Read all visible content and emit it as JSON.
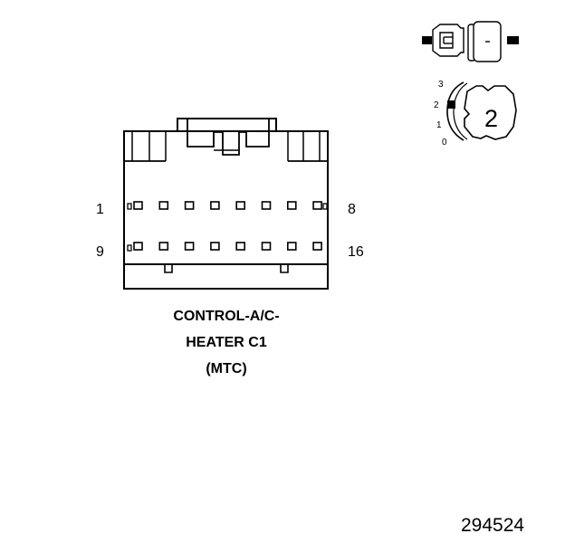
{
  "connector": {
    "pin_labels": {
      "top_left": "1",
      "top_right": "8",
      "bottom_left": "9",
      "bottom_right": "16"
    },
    "pins_per_row": 8,
    "rows": 2
  },
  "caption": {
    "line1": "CONTROL-A/C-",
    "line2": "HEATER C1",
    "line3": "(MTC)"
  },
  "key_switch": {
    "positions": [
      "3",
      "2",
      "1",
      "0"
    ],
    "key_number": "2"
  },
  "figure_id": "294524"
}
